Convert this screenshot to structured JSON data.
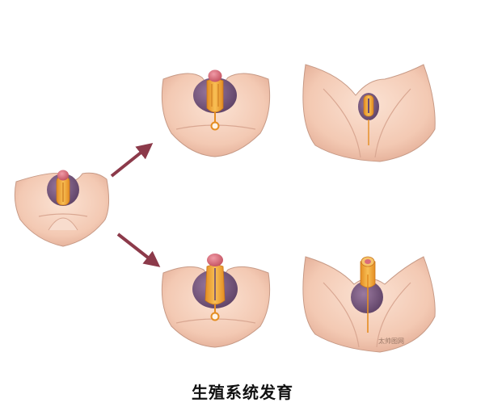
{
  "caption": "生殖系统发育",
  "watermark": "太帅图网",
  "colors": {
    "skin": "#f6d2be",
    "skin_shadow": "#e2ad96",
    "skin_outline": "#b88a78",
    "fold_purple": "#7d5a82",
    "fold_purple_dark": "#5b3f63",
    "tubercle_orange": "#f3a93a",
    "tubercle_orange_dark": "#c9761c",
    "tip_pink": "#d96b7a",
    "arrow": "#8c3a4a"
  },
  "panels": [
    {
      "name": "indifferent-stage"
    },
    {
      "name": "upper-stage-early"
    },
    {
      "name": "upper-stage-late"
    },
    {
      "name": "lower-stage-early"
    },
    {
      "name": "lower-stage-late"
    }
  ]
}
